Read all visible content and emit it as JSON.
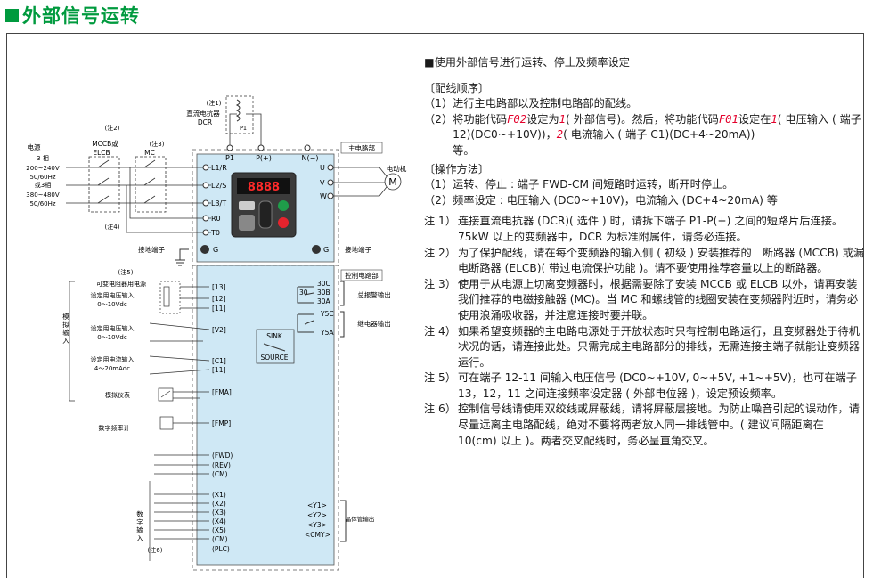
{
  "title": "外部信号运转",
  "colors": {
    "accent": "#009a3e",
    "panel": "#cfe8f5",
    "highlight": "#e4002b"
  },
  "diagram": {
    "note_dcr": "(注1)",
    "dcr_label_1": "直流电抗器",
    "dcr_label_2": "DCR",
    "p1_small": "P1",
    "note2": "(注2)",
    "note3": "(注3)",
    "note4": "(注4)",
    "note5": "(注5)",
    "note6": "(注6)",
    "power_title": "电源",
    "power_lines": [
      "3 相",
      "200~240V",
      "50/60Hz",
      "或3相",
      "380~480V",
      "50/60Hz"
    ],
    "mccb_1": "MCCB或",
    "mccb_2": "ELCB",
    "mc": "MC",
    "terminals_top": [
      "P1",
      "P(+)",
      "N(−)"
    ],
    "main_circuit": "主电路部",
    "control_circuit": "控制电路部",
    "left_terms": [
      "L1/R",
      "L2/S",
      "L3/T",
      "R0",
      "T0",
      "G"
    ],
    "right_terms": [
      "U",
      "V",
      "W",
      "G"
    ],
    "motor": "电动机",
    "motor_symbol": "M",
    "ground_left": "接地端子",
    "ground_right": "接地端子",
    "display": "8888",
    "pot_label": "可变电阻器用电源",
    "vin_label_1": "设定用电压输入",
    "vin_label_2": "0～10Vdc",
    "vin2_label_1": "设定用电压输入",
    "vin2_label_2": "0～10Vdc",
    "iin_label_1": "设定用电流输入",
    "iin_label_2": "4～20mAdc",
    "analog_in": "模拟输入",
    "meter": "模拟仪表",
    "freq_meter": "数字频率计",
    "digital_in": "数字输入",
    "ctrl_terms": [
      "[13]",
      "[12]",
      "[11]",
      "[V2]",
      "[C1]",
      "[11]",
      "[FMA]",
      "[FMP]",
      "(FWD)",
      "(REV)",
      "(CM)",
      "(X1)",
      "(X2)",
      "(X3)",
      "(X4)",
      "(X5)",
      "(CM)",
      "(PLC)"
    ],
    "sink": "SINK",
    "source": "SOURCE",
    "relay_terms": [
      "30C",
      "30B",
      "30A"
    ],
    "relay_30": "30",
    "alarm_out": "总报警输出",
    "y5c": "Y5C",
    "y5a": "Y5A",
    "relay_out": "继电器输出",
    "trans_terms": [
      "<Y1>",
      "<Y2>",
      "<Y3>",
      "<CMY>"
    ],
    "trans_out": "晶体管输出"
  },
  "text": {
    "heading": "■使用外部信号进行运转、停止及频率设定",
    "wiring_title": "〔配线顺序〕",
    "wiring_1_num": "（1）",
    "wiring_1": "进行主电路部以及控制电路部的配线。",
    "wiring_2_num": "（2）",
    "wiring_2a": "将功能代码",
    "code_f02": "F02",
    "wiring_2b": "设定为",
    "val_1a": "1",
    "wiring_2c": "( 外部信号)。然后，将功能代码",
    "code_f01": "F01",
    "wiring_2d": "设定在",
    "val_1b": "1",
    "wiring_2e": "( 电压输入 ( 端子 12)(DC0~+10V))，",
    "val_2": "2",
    "wiring_2f": "( 电流输入 ( 端子 C1)(DC+4~20mA))",
    "wiring_2g": "等。",
    "op_title": "〔操作方法〕",
    "op_1_num": "（1）",
    "op_1": "运转、停止 : 端子 FWD-CM 间短路时运转，断开时停止。",
    "op_2_num": "（2）",
    "op_2": "频率设定 : 电压输入 (DC0~+10V)，电流输入 (DC+4~20mA) 等",
    "notes": [
      {
        "label": "注 1）",
        "body": "连接直流电抗器 (DCR)( 选件 ) 时，请拆下端子 P1-P(+) 之间的短路片后连接。75kW 以上的变频器中，DCR 为标准附属件，请务必连接。"
      },
      {
        "label": "注 2）",
        "body": "为了保护配线，请在每个变频器的输入侧 ( 初级 ) 安装推荐的　断路器 (MCCB) 或漏电断路器 (ELCB)( 带过电流保护功能 )。请不要使用推荐容量以上的断路器。"
      },
      {
        "label": "注 3）",
        "body": "使用于从电源上切离变频器时，根据需要除了安装 MCCB 或 ELCB 以外，请再安装我们推荐的电磁接触器 (MC)。当 MC 和螺线管的线圈安装在变频器附近时，请务必使用浪涌吸收器，并注意连接时要并联。"
      },
      {
        "label": "注 4）",
        "body": "如果希望变频器的主电路电源处于开放状态时只有控制电路运行，且变频器处于待机状况的话，请连接此处。只需完成主电路部分的排线，无需连接主端子就能让变频器运行。"
      },
      {
        "label": "注 5）",
        "body": "可在端子 12-11 间输入电压信号 (DC0~+10V, 0~+5V, +1~+5V)，也可在端子 13，12，11 之间连接频率设定器 ( 外部电位器 )，设定预设频率。"
      },
      {
        "label": "注 6）",
        "body": "控制信号线请使用双绞线或屏蔽线，请将屏蔽层接地。为防止噪音引起的误动作，请尽量远离主电路配线，绝对不要将两者放入同一排线管中。( 建议间隔距离在 10(cm) 以上 )。两者交叉配线时，务必呈直角交叉。"
      }
    ]
  }
}
